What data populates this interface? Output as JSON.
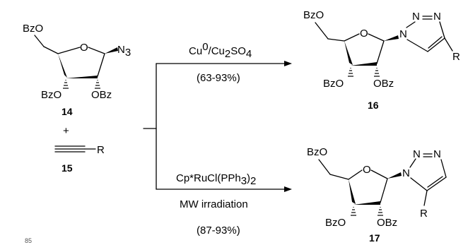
{
  "page_number": "85",
  "reactants": {
    "azide": {
      "number": "14",
      "groups": {
        "bzo_top": "BzO",
        "n3": "N",
        "n3_sub": "3",
        "bzo_left": "BzO",
        "obz_right": "OBz"
      },
      "ring_o": "O"
    },
    "plus": "+",
    "alkyne": {
      "number": "15",
      "r": "R"
    }
  },
  "reactions": [
    {
      "conditions": {
        "cat_a": "Cu",
        "cat_a_sup": "0",
        "cat_b": "/Cu",
        "cat_b_sub": "2",
        "cat_c": "SO",
        "cat_c_sub": "4"
      },
      "yield": "(63-93%)"
    },
    {
      "conditions": {
        "cat_a": "Cp*RuCl(PPh",
        "cat_a_sub": "3",
        "cat_b": ")",
        "cat_b_sub": "2",
        "line2": "MW irradiation"
      },
      "yield": "(87-93%)"
    }
  ],
  "products": [
    {
      "number": "16",
      "groups": {
        "bzo_top": "BzO",
        "bzo_left": "BzO",
        "obz_right": "OBz",
        "ring_o": "O",
        "n1": "N",
        "n2": "N",
        "n3": "N",
        "r": "R"
      }
    },
    {
      "number": "17",
      "groups": {
        "bzo_top": "BzO",
        "bzo_left": "BzO",
        "obz_right": "OBz",
        "ring_o": "O",
        "n1": "N",
        "n2": "N",
        "n3": "N",
        "r": "R"
      }
    }
  ]
}
